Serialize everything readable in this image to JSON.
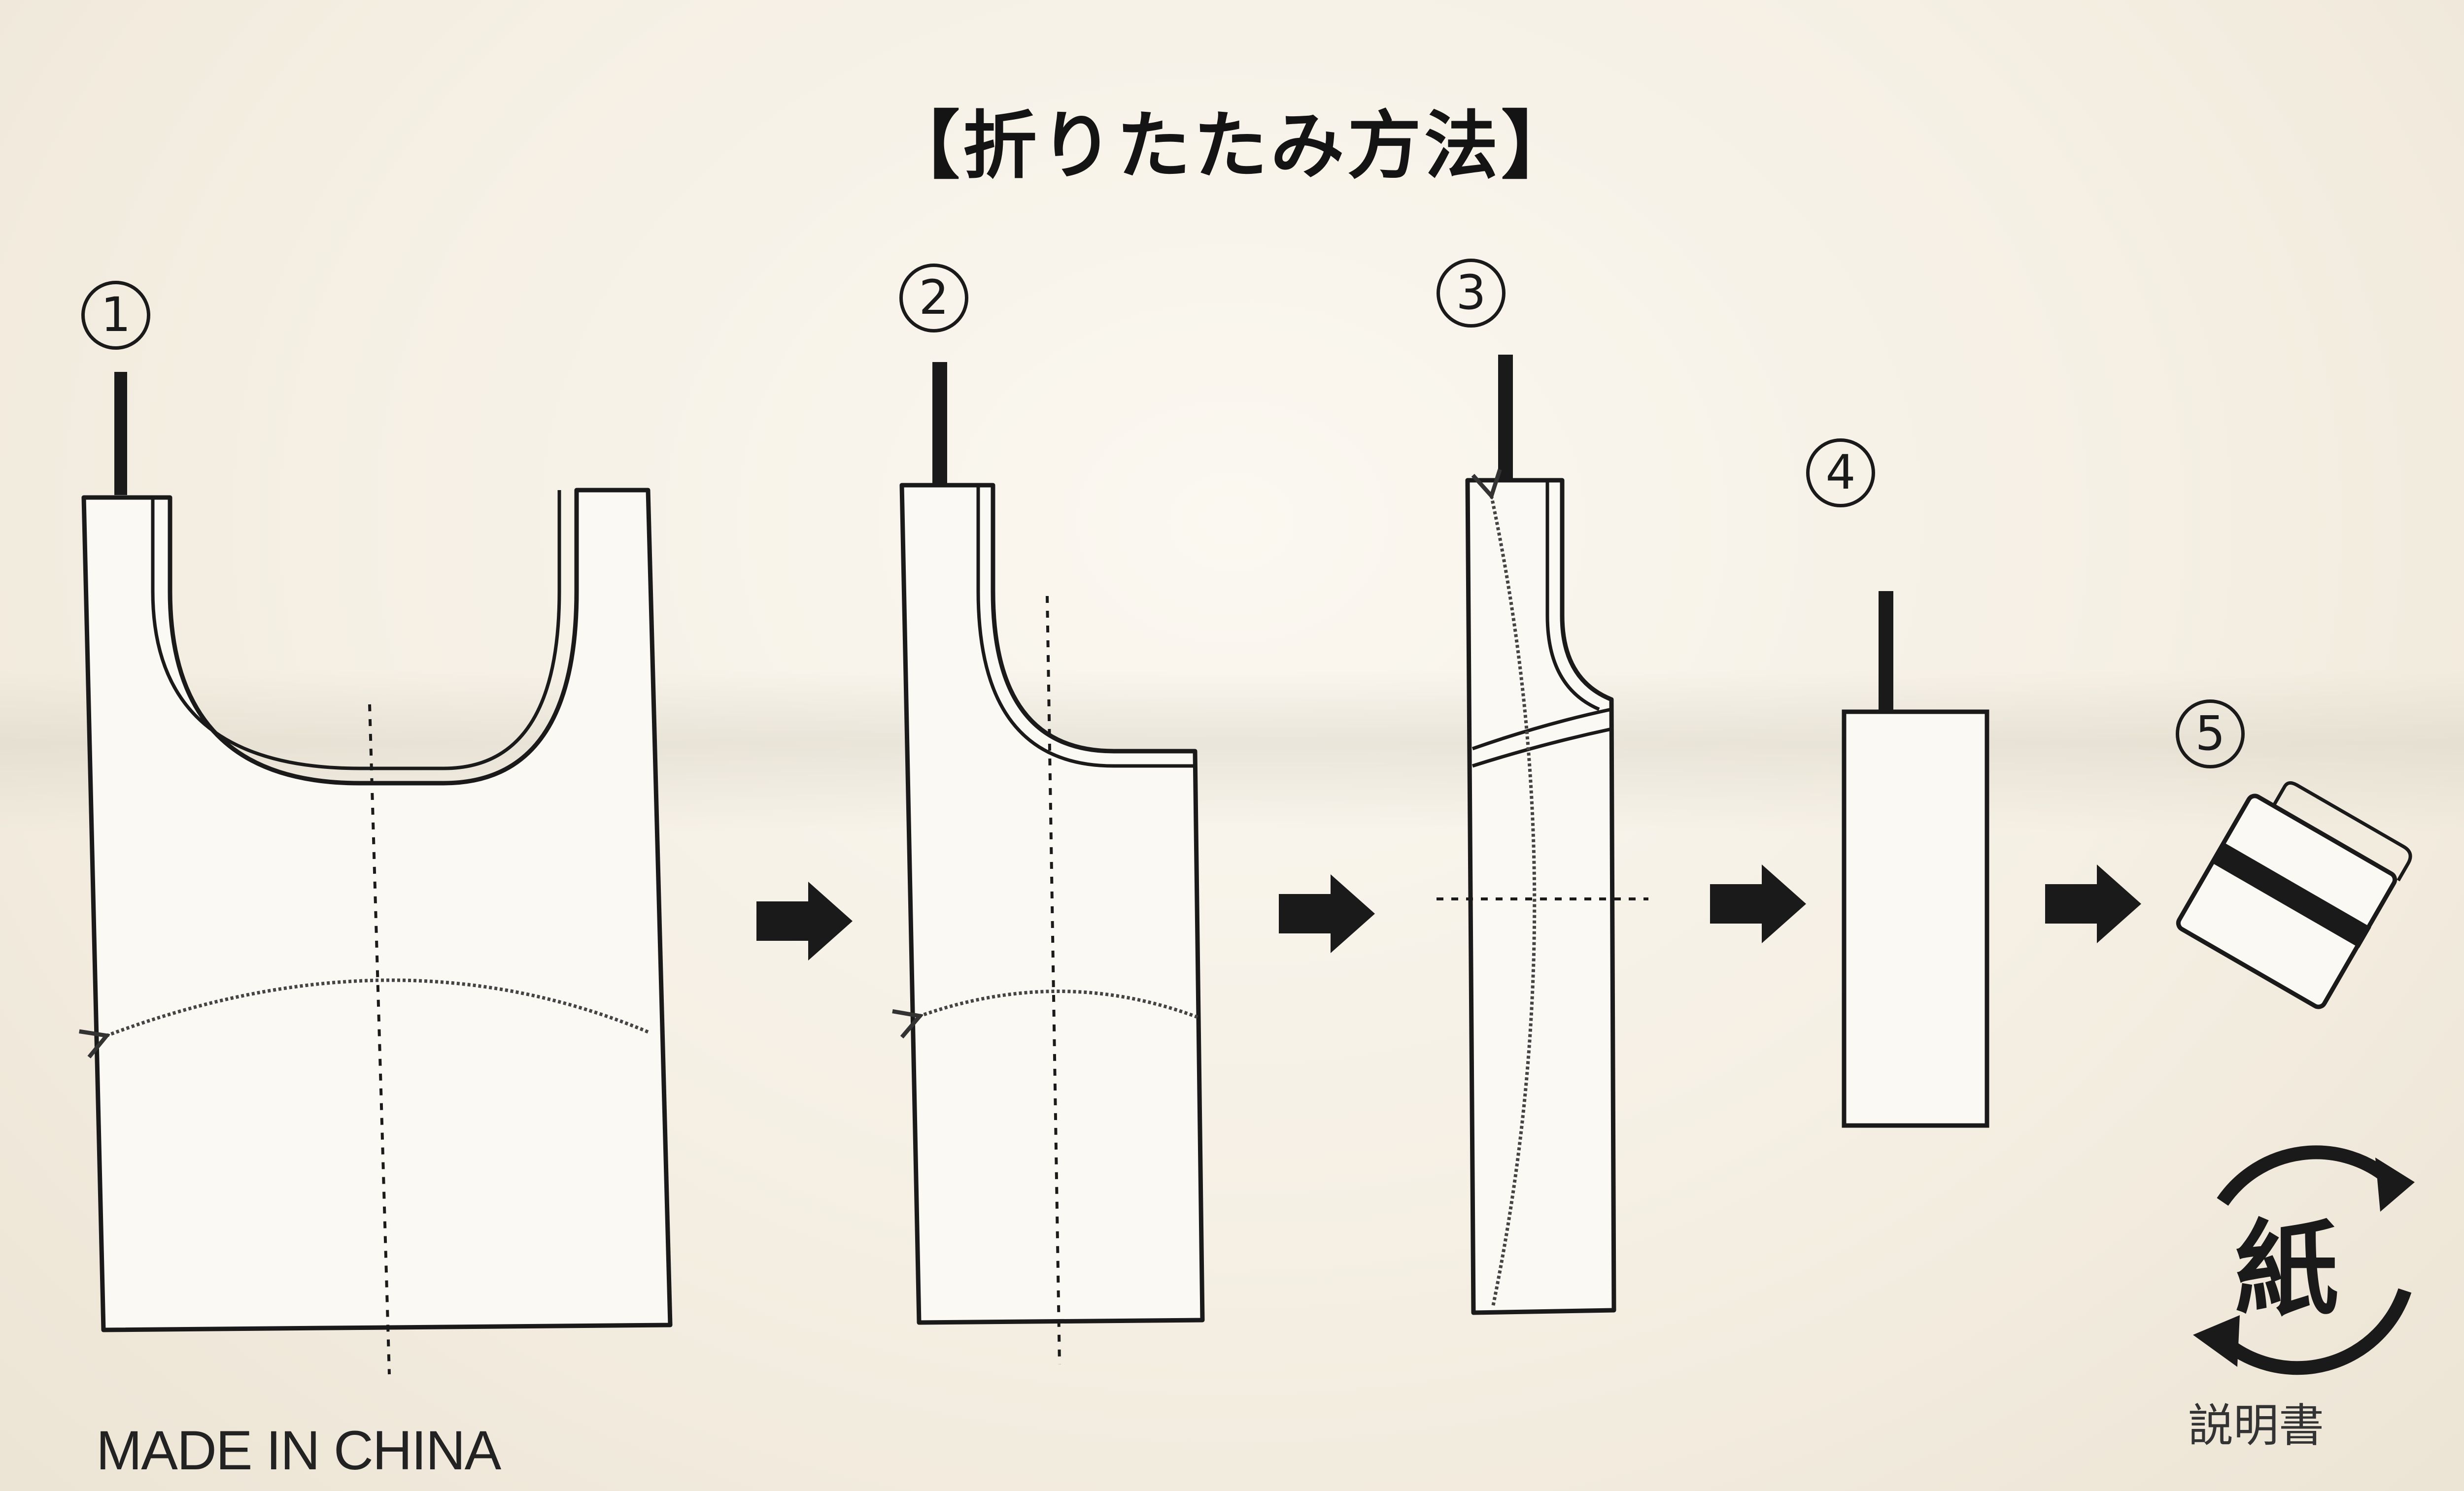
{
  "title": "【折りたたみ方法】",
  "steps": [
    "1",
    "2",
    "3",
    "4",
    "5"
  ],
  "footer": {
    "made_in": "MADE IN CHINA"
  },
  "recycle": {
    "symbol": "紙",
    "caption": "説明書"
  },
  "colors": {
    "ink": "#1a1a1a",
    "paper": "#f6f1e6"
  },
  "icons": [
    "right-arrow-icon",
    "paper-recycle-icon",
    "folded-bag-icon"
  ]
}
